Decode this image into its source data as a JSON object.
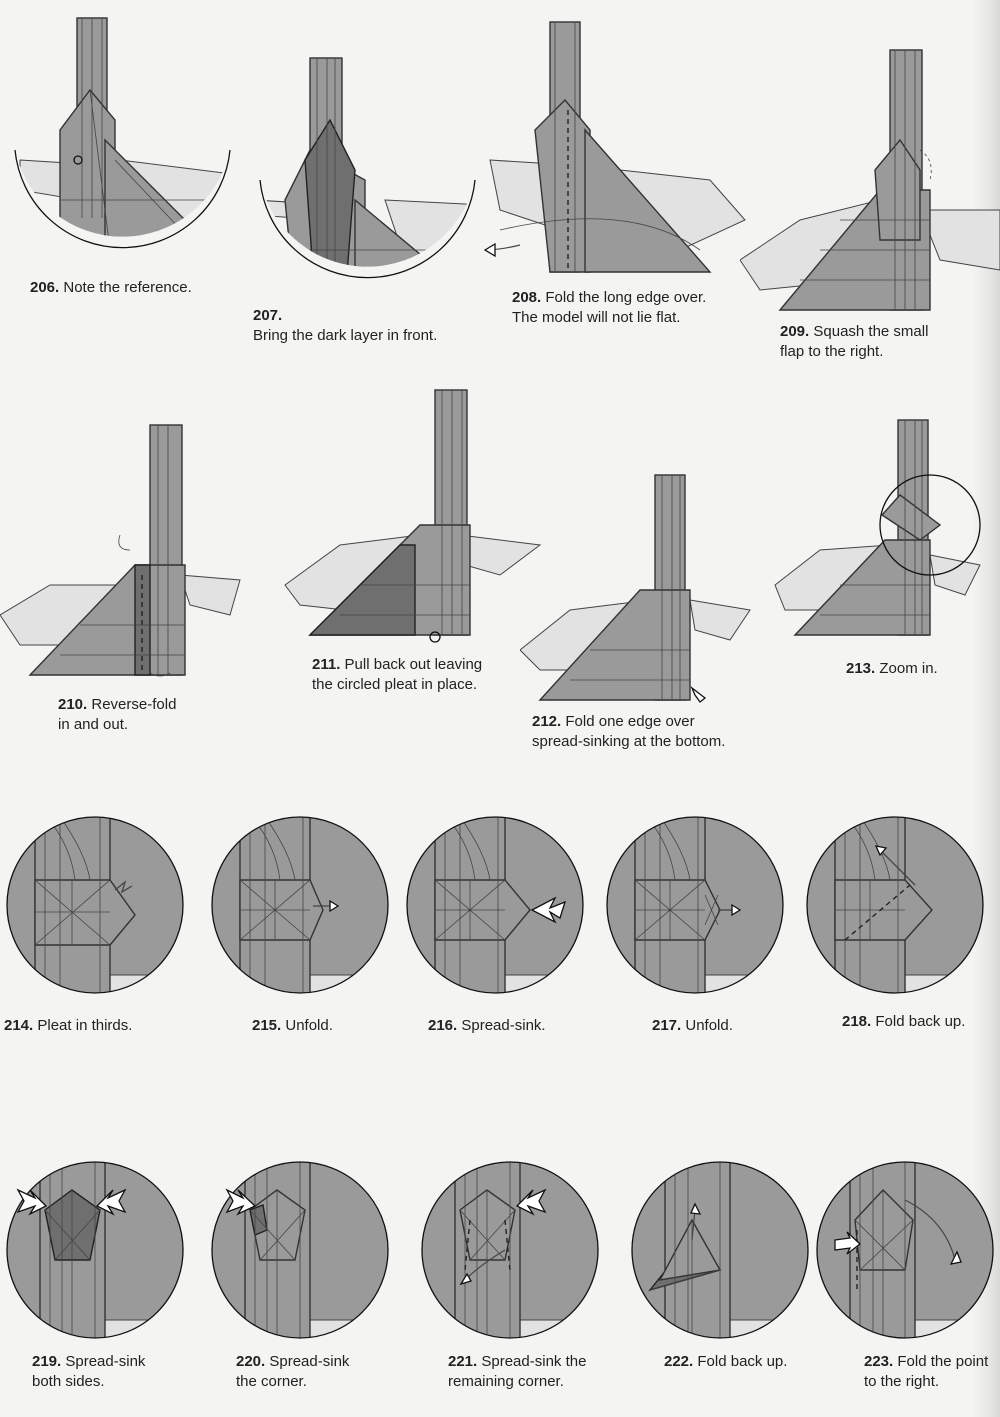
{
  "steps": [
    {
      "num": "206.",
      "lines": [
        "Note the reference."
      ]
    },
    {
      "num": "207.",
      "lines": [
        "Bring the dark layer in front."
      ]
    },
    {
      "num": "208.",
      "lines": [
        "Fold the long edge over.",
        "The model will not lie flat."
      ]
    },
    {
      "num": "209.",
      "lines": [
        "Squash the small",
        "flap to the right."
      ]
    },
    {
      "num": "210.",
      "lines": [
        "Reverse-fold",
        "in and out."
      ]
    },
    {
      "num": "211.",
      "lines": [
        "Pull back out leaving",
        "the circled pleat in place."
      ]
    },
    {
      "num": "212.",
      "lines": [
        "Fold one edge over",
        "spread-sinking at the bottom."
      ]
    },
    {
      "num": "213.",
      "lines": [
        "Zoom in."
      ]
    },
    {
      "num": "214.",
      "lines": [
        "Pleat in thirds."
      ]
    },
    {
      "num": "215.",
      "lines": [
        "Unfold."
      ]
    },
    {
      "num": "216.",
      "lines": [
        "Spread-sink."
      ]
    },
    {
      "num": "217.",
      "lines": [
        "Unfold."
      ]
    },
    {
      "num": "218.",
      "lines": [
        "Fold back up."
      ]
    },
    {
      "num": "219.",
      "lines": [
        "Spread-sink",
        "both sides."
      ]
    },
    {
      "num": "220.",
      "lines": [
        "Spread-sink",
        "the corner."
      ]
    },
    {
      "num": "221.",
      "lines": [
        "Spread-sink the",
        "remaining corner."
      ]
    },
    {
      "num": "222.",
      "lines": [
        "Fold back up."
      ]
    },
    {
      "num": "223.",
      "lines": [
        "Fold the point",
        "to the right."
      ]
    }
  ]
}
